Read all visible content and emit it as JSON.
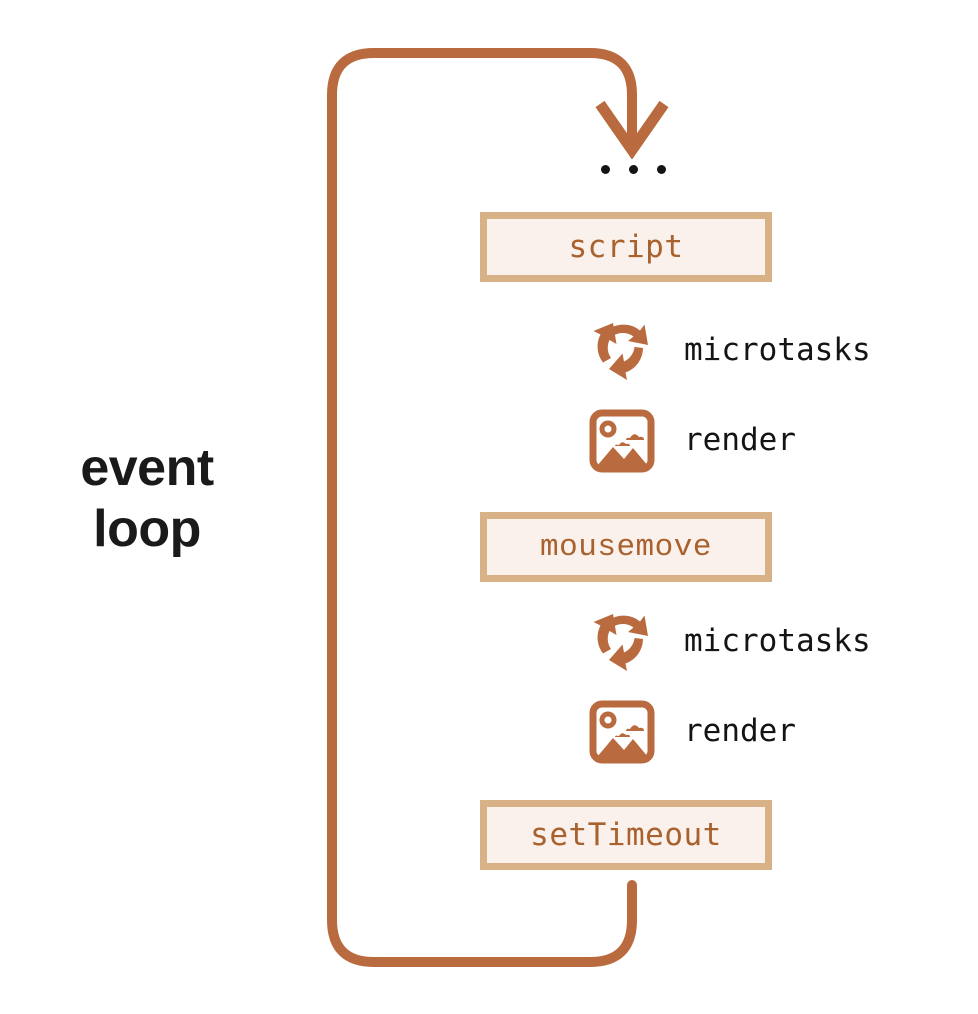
{
  "diagram": {
    "title": "event loop",
    "title_lines": [
      "event",
      "loop"
    ],
    "colors": {
      "loop_stroke": "#b96b3f",
      "box_border": "#d9b187",
      "box_fill": "#faf1ec",
      "box_text": "#a9622e",
      "label_text": "#141414",
      "icon": "#b96b3f",
      "background": "#ffffff"
    },
    "ellipsis": "...",
    "ellipsis_dot_count": 3,
    "loop_arrow": {
      "name": "loop-back-arrow",
      "direction": "down",
      "description": "arrow returning from end of loop into the top of the task queue"
    },
    "sequence": [
      {
        "kind": "ellipsis",
        "label": "..."
      },
      {
        "kind": "task",
        "label": "script",
        "font": "serif-mono"
      },
      {
        "kind": "step",
        "label": "microtasks",
        "icon": "circular-arrows-icon"
      },
      {
        "kind": "step",
        "label": "render",
        "icon": "image-icon"
      },
      {
        "kind": "task",
        "label": "mousemove",
        "font": "sans-mono"
      },
      {
        "kind": "step",
        "label": "microtasks",
        "icon": "circular-arrows-icon"
      },
      {
        "kind": "step",
        "label": "render",
        "icon": "image-icon"
      },
      {
        "kind": "task",
        "label": "setTimeout",
        "font": "serif-mono"
      }
    ],
    "boxes": {
      "script": "script",
      "mousemove": "mousemove",
      "settimeout": "setTimeout"
    },
    "steps": {
      "microtasks": "microtasks",
      "render": "render"
    }
  }
}
